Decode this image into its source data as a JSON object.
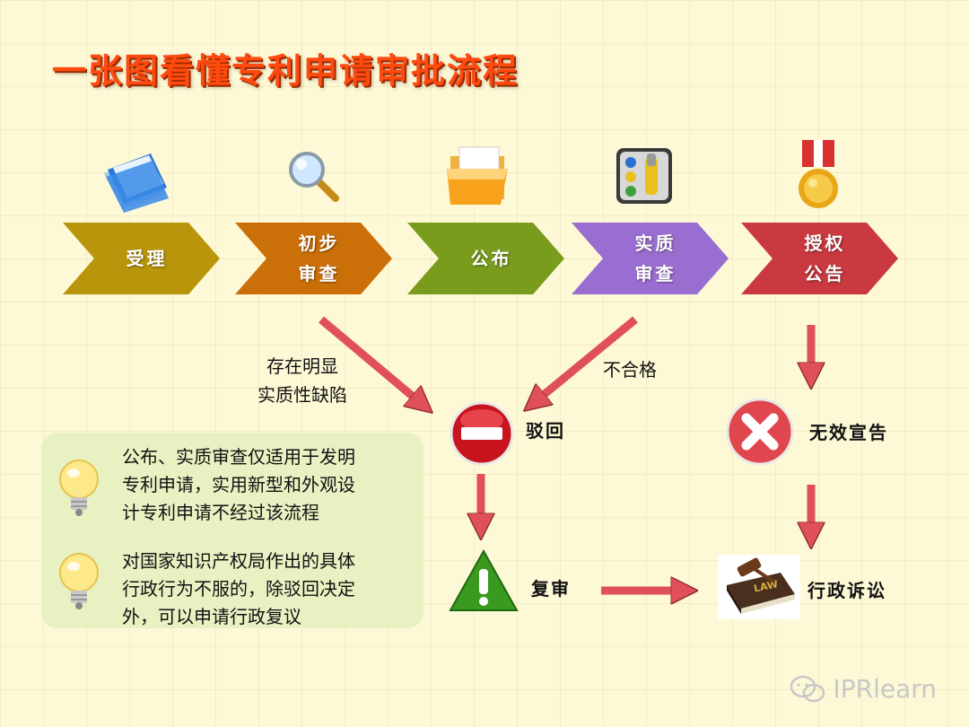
{
  "title": "一张图看懂专利申请审批流程",
  "steps": [
    {
      "label": "受理",
      "color": "#b8950a"
    },
    {
      "label": "初步\n审查",
      "color": "#cb6f08"
    },
    {
      "label": "公布",
      "color": "#7a9c1c"
    },
    {
      "label": "实质\n审查",
      "color": "#9a6ed0"
    },
    {
      "label": "授权\n公告",
      "color": "#c9393f"
    }
  ],
  "step_icons": [
    "folder-icon",
    "magnifier-icon",
    "open-folder-icon",
    "control-panel-icon",
    "medal-icon"
  ],
  "conditions": {
    "preliminary": "存在明显\n实质性缺陷",
    "substantive": "不合格"
  },
  "outcomes": {
    "rejection": "驳回",
    "invalidation": "无效宣告",
    "reexamination": "复审",
    "litigation": "行政诉讼"
  },
  "law_book_text": "LAW",
  "notes": [
    "公布、实质审查仅适用于发明\n专利申请，实用新型和外观设\n计专利申请不经过该流程",
    "对国家知识产权局作出的具体\n行政行为不服的，除驳回决定\n外，可以申请行政复议"
  ],
  "watermark": "IPRlearn",
  "colors": {
    "arrow": "#e0505a",
    "title": "#ff4a10"
  }
}
